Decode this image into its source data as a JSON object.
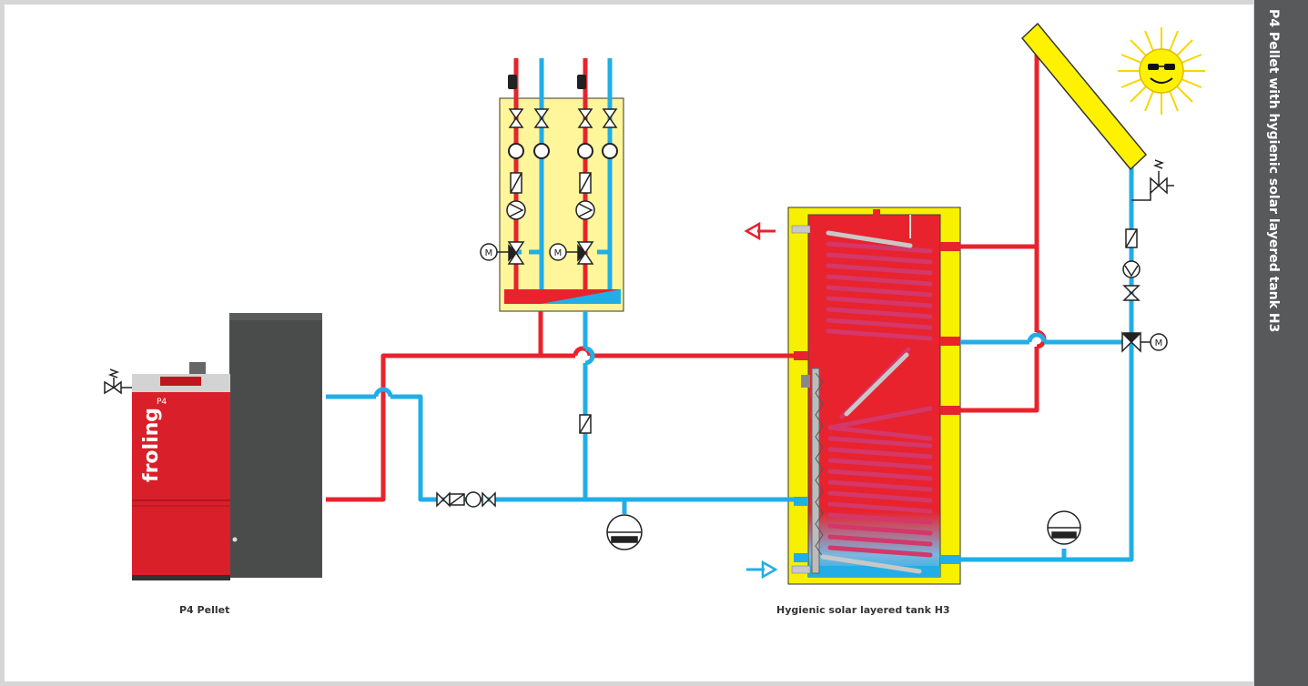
{
  "sidebar": {
    "title": "P4 Pellet with hygienic solar layered tank H3"
  },
  "labels": {
    "boiler": "P4 Pellet",
    "tank": "Hygienic solar layered tank H3",
    "boiler_brand": "froling",
    "boiler_model": "P4",
    "motor_symbol": "M"
  },
  "colors": {
    "supply": "#e8232d",
    "return": "#21aee6",
    "distributor_box": "#fff59a",
    "tank_insulation": "#f7f000",
    "collector": "#fff200",
    "boiler_red": "#d81f2a",
    "boiler_grey": "#4a4c4b",
    "sidebar": "#58595b"
  }
}
